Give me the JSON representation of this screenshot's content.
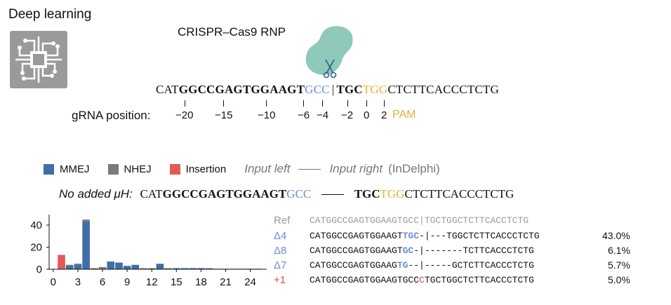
{
  "deep_learning_title": "Deep learning",
  "rnp_label": "CRISPR–Cas9 RNP",
  "main_sequence": {
    "seg1": "CAT",
    "seg2": "GGCCGAGTGGAAGT",
    "seg3": "GCC",
    "cut": "|",
    "seg4": "TGC",
    "seg5": "TGG",
    "seg6": "CTCTTCACCCTCTG"
  },
  "grna_position_label": "gRNA position:",
  "grna_ticks": [
    "−20",
    "−15",
    "−10",
    "−6",
    "−4",
    "−2",
    "0",
    "2"
  ],
  "pam_label": "PAM",
  "legend": {
    "mmej": "MMEJ",
    "nhej": "NHEJ",
    "insertion": "Insertion",
    "input_left": "Input left",
    "input_right": "Input right",
    "indelphi": "(InDelphi)"
  },
  "no_added": {
    "label": "No added μH:",
    "seg1": "CAT",
    "seg2": "GGCCGAGTGGAAGT",
    "seg3": "GCC",
    "seg4": "TGC",
    "seg5": "TGG",
    "seg6": "CTCTTCACCCTCTG"
  },
  "colors": {
    "mmej": "#3f6fa8",
    "nhej": "#7a7a7a",
    "insertion": "#e05a5a",
    "blue_text": "#6b8fd6",
    "pam": "#e0b23a",
    "teal_cas9": "#8ec9bb"
  },
  "icons": [
    "chip-icon",
    "cas9-icon",
    "scissors-icon"
  ],
  "alignments": [
    {
      "label": "Ref",
      "seq": "CATGGCCGAGTGGAAGTGCC|TGCTGGCTCTTCACCTCTG",
      "pct": ""
    },
    {
      "label": "Δ4",
      "pre": "CATGGCCGAGTGGAAGT",
      "hl": "TGC",
      "post": "-|---TGGCTCTTCACCCTCTG",
      "pct": "43.0%"
    },
    {
      "label": "Δ8",
      "pre": "CATGGCCGAGTGGAAGT",
      "hl": "GC",
      "post": "-|-------TCTTCACCCTCTG",
      "pct": "6.1%"
    },
    {
      "label": "Δ7",
      "pre": "CATGGCCGAGTGGAAG",
      "hl": "TG",
      "post": "--|-----GCTCTTCACCCTCTG",
      "pct": "5.7%"
    },
    {
      "label": "+1",
      "pre": "CATGGCCGAGTGGAAGTGCC",
      "hl": "C",
      "post": "TGCTGGCTCTTCACCCTCTG",
      "pct": "5.0%"
    }
  ],
  "chart_data": {
    "type": "bar",
    "xticks": [
      "0",
      "3",
      "6",
      "9",
      "12",
      "15",
      "18",
      "21",
      "24"
    ],
    "yticks": [
      "0",
      "20",
      "40"
    ],
    "ylim": [
      0,
      47
    ],
    "xlim": [
      -0.5,
      26
    ],
    "series": [
      {
        "name": "Insertion",
        "x": [
          1
        ],
        "values": [
          13
        ]
      },
      {
        "name": "NHEJ",
        "x": [
          1,
          2,
          3,
          4,
          5,
          6,
          7,
          8,
          9,
          10,
          11,
          12,
          13,
          14,
          15,
          16,
          17,
          18,
          19,
          20,
          21,
          22,
          23,
          24,
          25
        ],
        "values": [
          5,
          4,
          5,
          45,
          1,
          2,
          6,
          6,
          3,
          3,
          1,
          1,
          4,
          1,
          1,
          1,
          1,
          1,
          1,
          0.5,
          0.5,
          0.5,
          0.5,
          0.5,
          0.5
        ]
      },
      {
        "name": "MMEJ",
        "x": [
          2,
          3,
          4,
          7,
          8,
          9,
          10,
          13,
          15,
          16,
          17,
          18
        ],
        "values": [
          3,
          4,
          43,
          7,
          6,
          3,
          4,
          5,
          1,
          1,
          1,
          1
        ]
      }
    ]
  }
}
